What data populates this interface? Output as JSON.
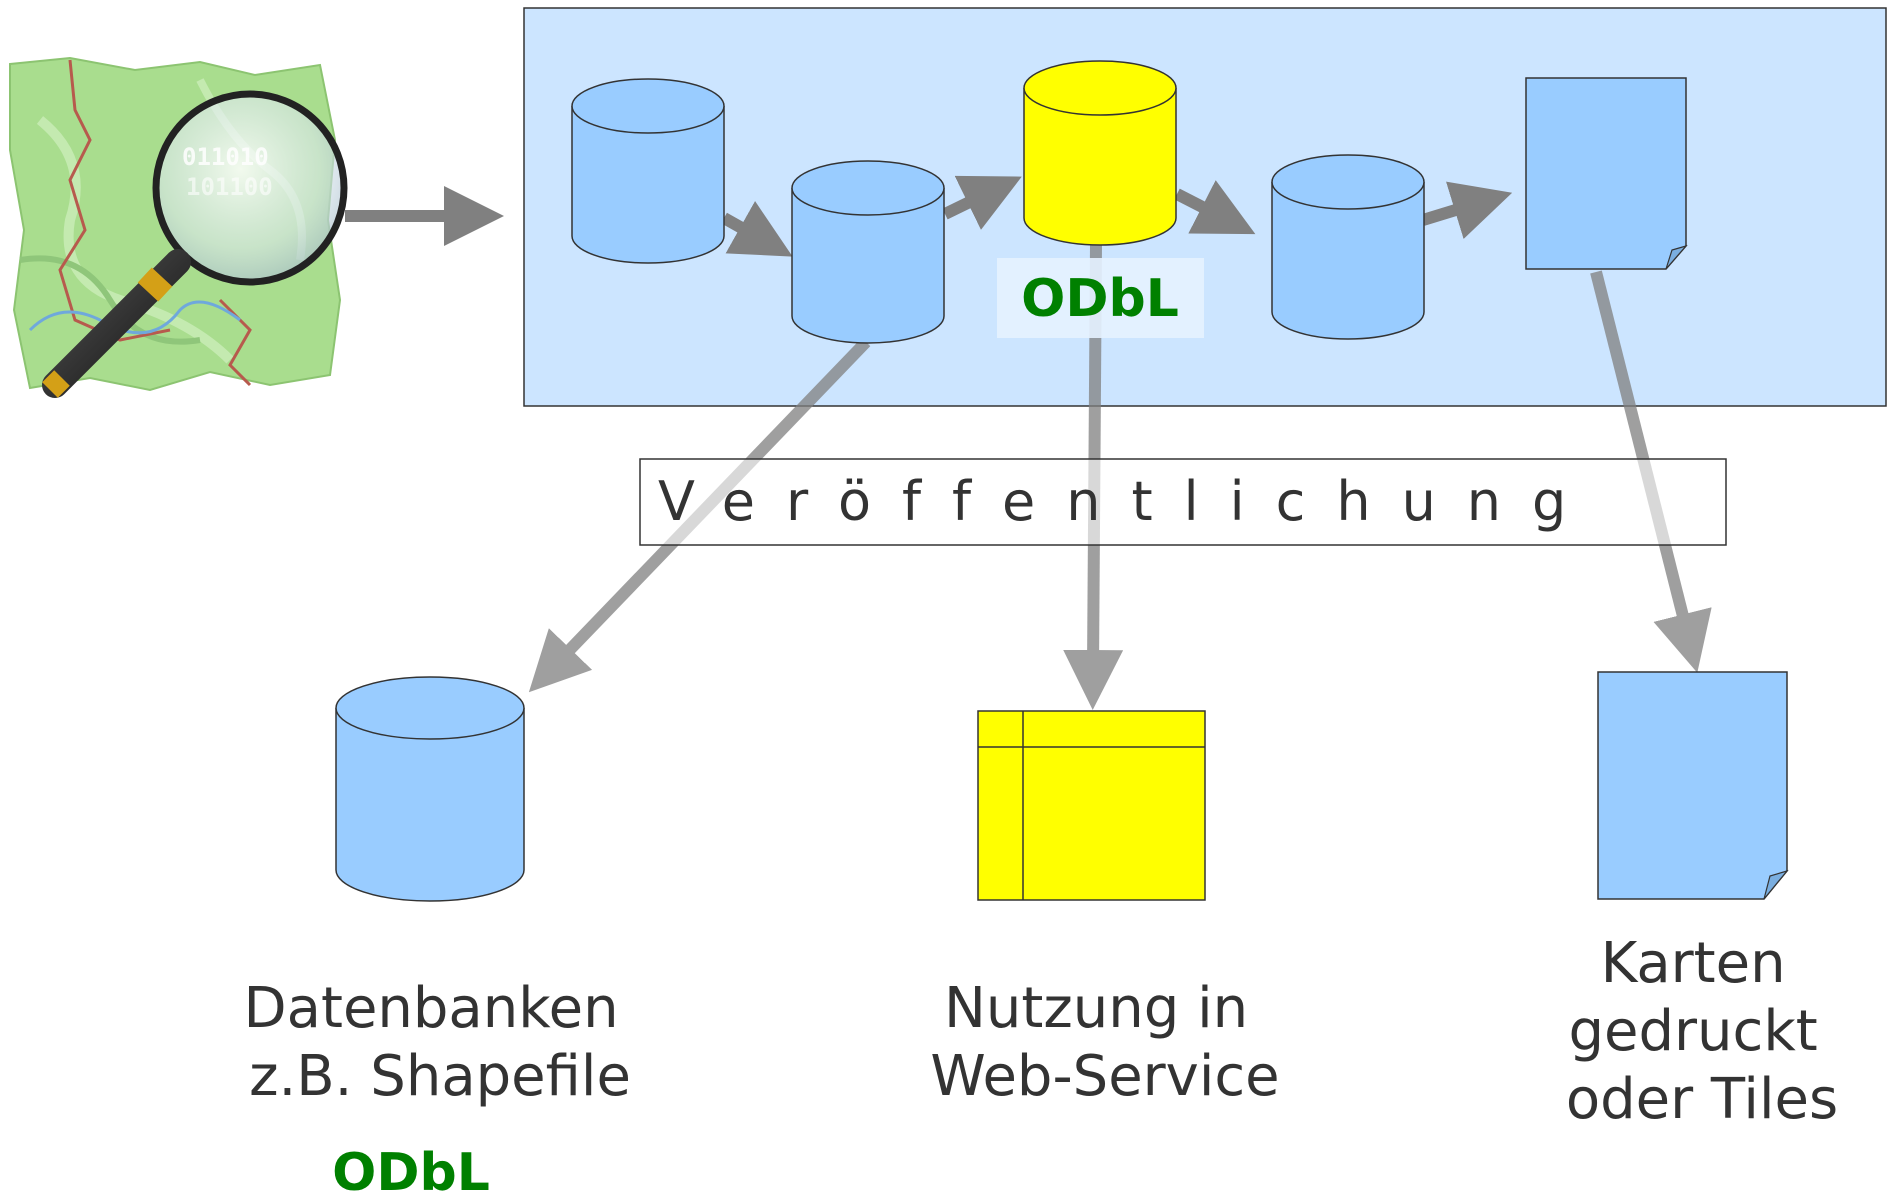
{
  "license_label": "ODbL",
  "publication_label": "Veröffentlichung",
  "outputs": {
    "databases": {
      "lines": [
        "Datenbanken",
        "z.B. Shapefile"
      ],
      "license": "ODbL"
    },
    "web_service": {
      "lines": [
        "Nutzung in",
        "Web-Service"
      ]
    },
    "maps": {
      "lines": [
        "Karten",
        "gedruckt",
        "oder Tiles"
      ]
    }
  },
  "icons": {
    "logo": "openstreetmap-magnifier-logo",
    "database": "database-cylinder-icon",
    "document": "document-icon",
    "table": "table-icon"
  },
  "colors": {
    "panel_fill": "#cce5ff",
    "panel_stroke": "#333333",
    "shape_blue": "#99ccff",
    "shape_yellow": "#ffff00",
    "arrow": "#808080",
    "license_green": "#008000",
    "text": "#333333"
  }
}
